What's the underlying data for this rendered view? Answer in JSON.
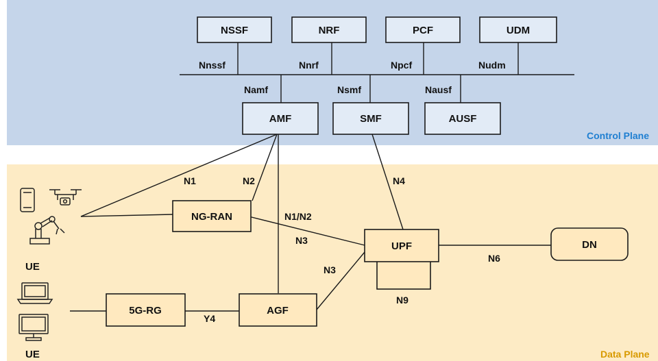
{
  "planes": {
    "control": {
      "label": "Control Plane",
      "color": "#1f7fd1",
      "bg": "#c5d5ea"
    },
    "data": {
      "label": "Data Plane",
      "color": "#d89a00",
      "bg": "#fdebc5"
    }
  },
  "nodes": {
    "nssf": "NSSF",
    "nrf": "NRF",
    "pcf": "PCF",
    "udm": "UDM",
    "amf": "AMF",
    "smf": "SMF",
    "ausf": "AUSF",
    "ngran": "NG-RAN",
    "upf": "UPF",
    "dn": "DN",
    "rg": "5G-RG",
    "agf": "AGF"
  },
  "interfaces": {
    "nnssf": "Nnssf",
    "nnrf": "Nnrf",
    "npcf": "Npcf",
    "nudm": "Nudm",
    "namf": "Namf",
    "nsmf": "Nsmf",
    "nausf": "Nausf",
    "n1": "N1",
    "n2": "N2",
    "n1n2": "N1/N2",
    "n3a": "N3",
    "n3b": "N3",
    "n4": "N4",
    "n6": "N6",
    "n9": "N9",
    "y4": "Y4"
  },
  "ue_labels": {
    "top": "UE",
    "bottom": "UE"
  },
  "icons": [
    "smartphone-icon",
    "drone-icon",
    "robot-arm-icon",
    "laptop-icon",
    "monitor-icon"
  ]
}
